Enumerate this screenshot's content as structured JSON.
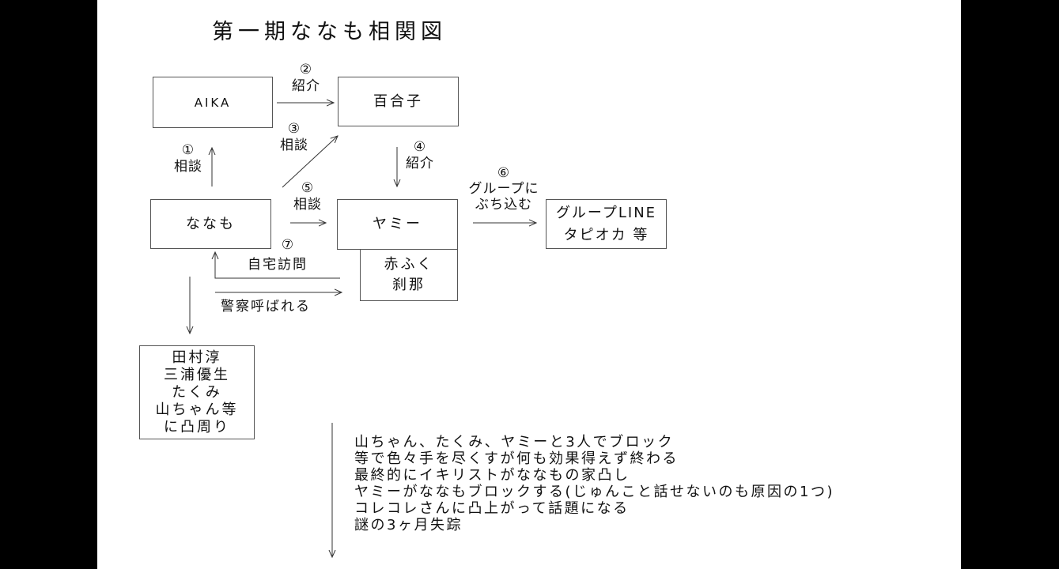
{
  "title": "第一期ななも相関図",
  "nodes": {
    "aika": "AIKA",
    "yuriko": "百合子",
    "nanamo": "ななも",
    "yami": "ヤミー",
    "yami_sub": [
      "赤ふく",
      "刹那"
    ],
    "group": [
      "グループLINE",
      "タピオカ 等"
    ],
    "raiders": [
      "田村淳",
      "三浦優生",
      "たくみ",
      "山ちゃん等",
      "に凸周り"
    ]
  },
  "edges": {
    "e1": {
      "num": "①",
      "label": "相談"
    },
    "e2": {
      "num": "②",
      "label": "紹介"
    },
    "e3": {
      "num": "③",
      "label": "相談"
    },
    "e4": {
      "num": "④",
      "label": "紹介"
    },
    "e5": {
      "num": "⑤",
      "label": "相談"
    },
    "e6": {
      "num": "⑥",
      "label": [
        "グループに",
        "ぶち込む"
      ]
    },
    "e7": {
      "num": "⑦",
      "label": "自宅訪問"
    },
    "police": "警察呼ばれる"
  },
  "notes": [
    "山ちゃん、たくみ、ヤミーと3人でブロック",
    "等で色々手を尽くすが何も効果得えず終わる",
    "最終的にイキリストがななもの家凸し",
    "ヤミーがななもブロックする(じゅんこと話せないのも原因の1つ)",
    "コレコレさんに凸上がって話題になる",
    "謎の3ヶ月失踪"
  ]
}
